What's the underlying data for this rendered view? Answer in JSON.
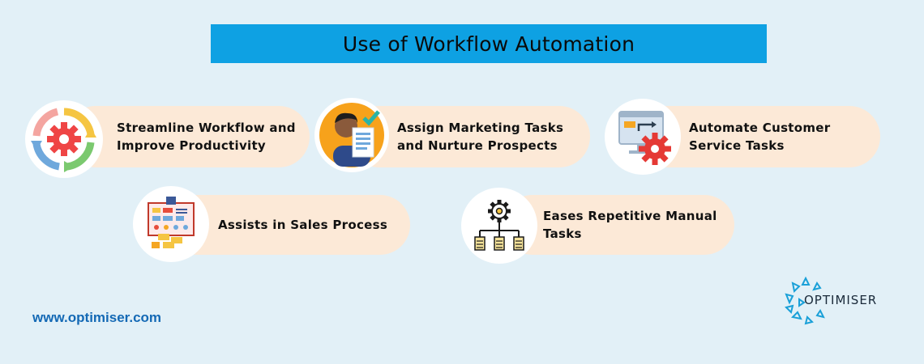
{
  "title": "Use of Workflow Automation",
  "items": [
    {
      "label_line1": "Streamline Workflow and",
      "label_line2": "Improve Productivity",
      "icon": "cycle-gear-icon"
    },
    {
      "label_line1": "Assign Marketing Tasks",
      "label_line2": "and Nurture Prospects",
      "icon": "person-document-icon"
    },
    {
      "label_line1": "Automate Customer",
      "label_line2": "Service Tasks",
      "icon": "monitor-gear-icon"
    },
    {
      "label_line1": "Assists in Sales Process",
      "label_line2": "",
      "icon": "sales-board-icon"
    },
    {
      "label_line1": "Eases Repetitive Manual",
      "label_line2": "Tasks",
      "icon": "gear-documents-icon"
    }
  ],
  "footer": {
    "url": "www.optimiser.com"
  },
  "brand": {
    "name": "OPTIMISER"
  },
  "colors": {
    "background": "#e2f0f7",
    "title_bar": "#0ea1e3",
    "pill": "#fce9d7",
    "url": "#1469b5"
  }
}
